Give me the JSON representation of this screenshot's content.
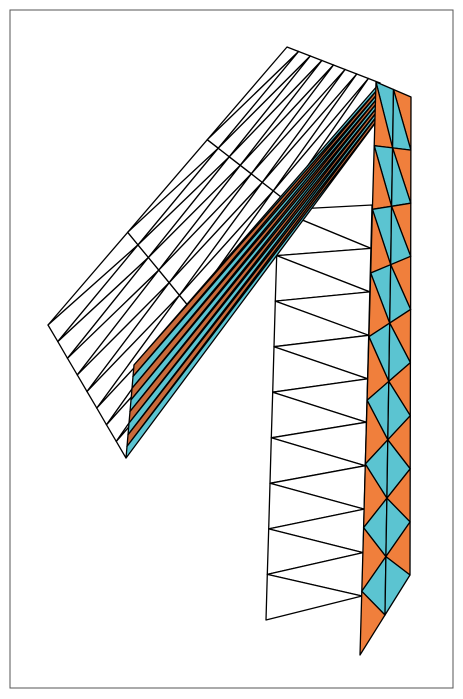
{
  "diagram": {
    "kind": "triangulated-mesh-figure",
    "colors": {
      "frame_stroke": "#555555",
      "mesh_stroke": "#000000",
      "fill_orange": "#f07f3c",
      "fill_rust": "#c96a3a",
      "fill_cyan": "#5bc4d1",
      "background": "#ffffff"
    },
    "surfaces": [
      {
        "name": "upper-arm-white-mesh",
        "fill": "none",
        "cols": 3,
        "rows": 8
      },
      {
        "name": "right-tower-white-mesh",
        "fill": "none",
        "cols": 1,
        "rows": 9
      },
      {
        "name": "diagonal-colored-strip",
        "fill": "alternating",
        "pattern": [
          "cyan",
          "rust"
        ],
        "cols": 1,
        "rows": 8
      },
      {
        "name": "vertical-colored-strip",
        "fill": "alternating",
        "pattern": [
          "cyan",
          "orange"
        ],
        "cols": 2,
        "rows": 9
      }
    ]
  }
}
